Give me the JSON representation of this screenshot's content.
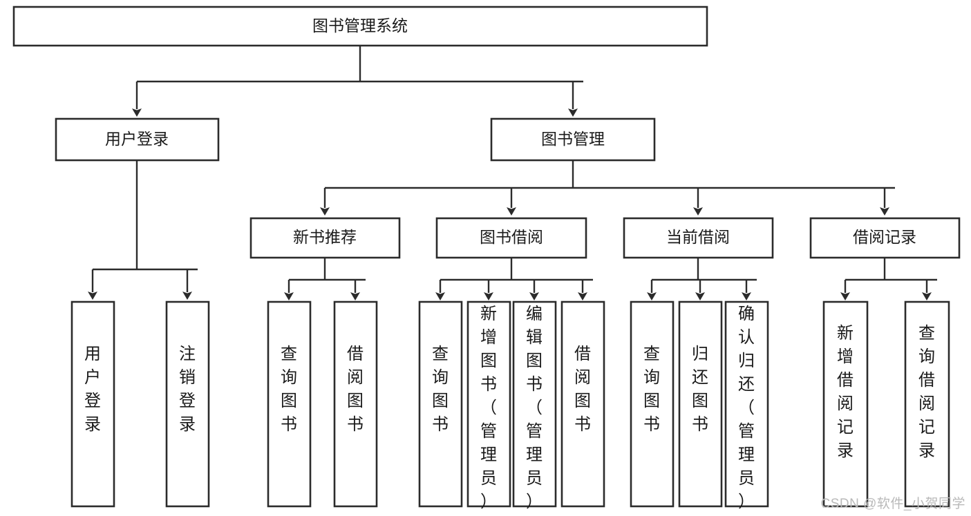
{
  "diagram": {
    "type": "tree",
    "orientation": "top-down",
    "title": "图书管理系统",
    "watermark": "CSDN @软件_小贺同学",
    "style": {
      "box_fill": "#ffffff",
      "box_stroke": "#2b2b2b",
      "text_color": "#1a1a1a",
      "background": "#ffffff",
      "watermark_color": "#b9b9b9"
    },
    "nodes": {
      "root": {
        "label": "图书管理系统",
        "level": 0,
        "orientation": "horizontal"
      },
      "l1": [
        {
          "id": "user-login",
          "label": "用户登录",
          "orientation": "horizontal"
        },
        {
          "id": "book-management",
          "label": "图书管理",
          "orientation": "horizontal"
        }
      ],
      "l2_under_book_management": [
        {
          "id": "new-book-recommend",
          "label": "新书推荐",
          "orientation": "horizontal"
        },
        {
          "id": "book-borrow",
          "label": "图书借阅",
          "orientation": "horizontal"
        },
        {
          "id": "current-borrow",
          "label": "当前借阅",
          "orientation": "horizontal"
        },
        {
          "id": "borrow-record",
          "label": "借阅记录",
          "orientation": "horizontal"
        }
      ],
      "leaves": {
        "user-login": [
          {
            "id": "leaf-user-login",
            "label": "用户登录",
            "orientation": "vertical"
          },
          {
            "id": "leaf-logout-login",
            "label": "注销登录",
            "orientation": "vertical"
          }
        ],
        "new-book-recommend": [
          {
            "id": "leaf-query-book-1",
            "label": "查询图书",
            "orientation": "vertical"
          },
          {
            "id": "leaf-borrow-book-1",
            "label": "借阅图书",
            "orientation": "vertical"
          }
        ],
        "book-borrow": [
          {
            "id": "leaf-query-book-2",
            "label": "查询图书",
            "orientation": "vertical"
          },
          {
            "id": "leaf-add-book",
            "label": "新增图书（管理员）",
            "orientation": "vertical"
          },
          {
            "id": "leaf-edit-book",
            "label": "编辑图书（管理员）",
            "orientation": "vertical"
          },
          {
            "id": "leaf-borrow-book-2",
            "label": "借阅图书",
            "orientation": "vertical"
          }
        ],
        "current-borrow": [
          {
            "id": "leaf-query-book-3",
            "label": "查询图书",
            "orientation": "vertical"
          },
          {
            "id": "leaf-return-book",
            "label": "归还图书",
            "orientation": "vertical"
          },
          {
            "id": "leaf-confirm-return",
            "label": "确认归还（管理员）",
            "orientation": "vertical"
          }
        ],
        "borrow-record": [
          {
            "id": "leaf-add-record",
            "label": "新增借阅记录",
            "orientation": "vertical"
          },
          {
            "id": "leaf-query-record",
            "label": "查询借阅记录",
            "orientation": "vertical"
          }
        ]
      }
    }
  }
}
